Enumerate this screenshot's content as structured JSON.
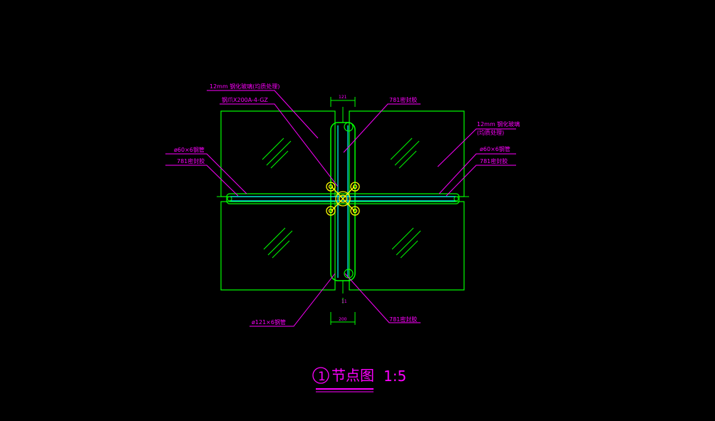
{
  "drawing": {
    "labels": {
      "glass_top_left": "12mm 钢化玻璃(均质处理)",
      "fitting_top_left": "钢爪X200A-4-GZ",
      "tube_left": "ø60×6钢管",
      "sealant_left": "781密封胶",
      "dim_top": "121",
      "sealant_top_right": "781密封胶",
      "glass_right_line1": "12mm 钢化玻璃",
      "glass_right_line2": "(均质处理)",
      "tube_right": "ø60×6钢管",
      "sealant_right": "781密封胶",
      "tube_bottom_left": "ø121×6钢管",
      "dim_bottom_small": "11",
      "dim_bottom": "200",
      "sealant_bottom_right": "781密封胶"
    },
    "title": {
      "number": "1",
      "name": "节点图",
      "scale": "1:5"
    },
    "colors": {
      "background": "#000000",
      "geometry": "#00ff00",
      "leader": "#ff00ff",
      "fitting": "#ffff00",
      "tube": "#00ffff",
      "text": "#ff00ff",
      "title_underline": "#ff00ff"
    }
  }
}
